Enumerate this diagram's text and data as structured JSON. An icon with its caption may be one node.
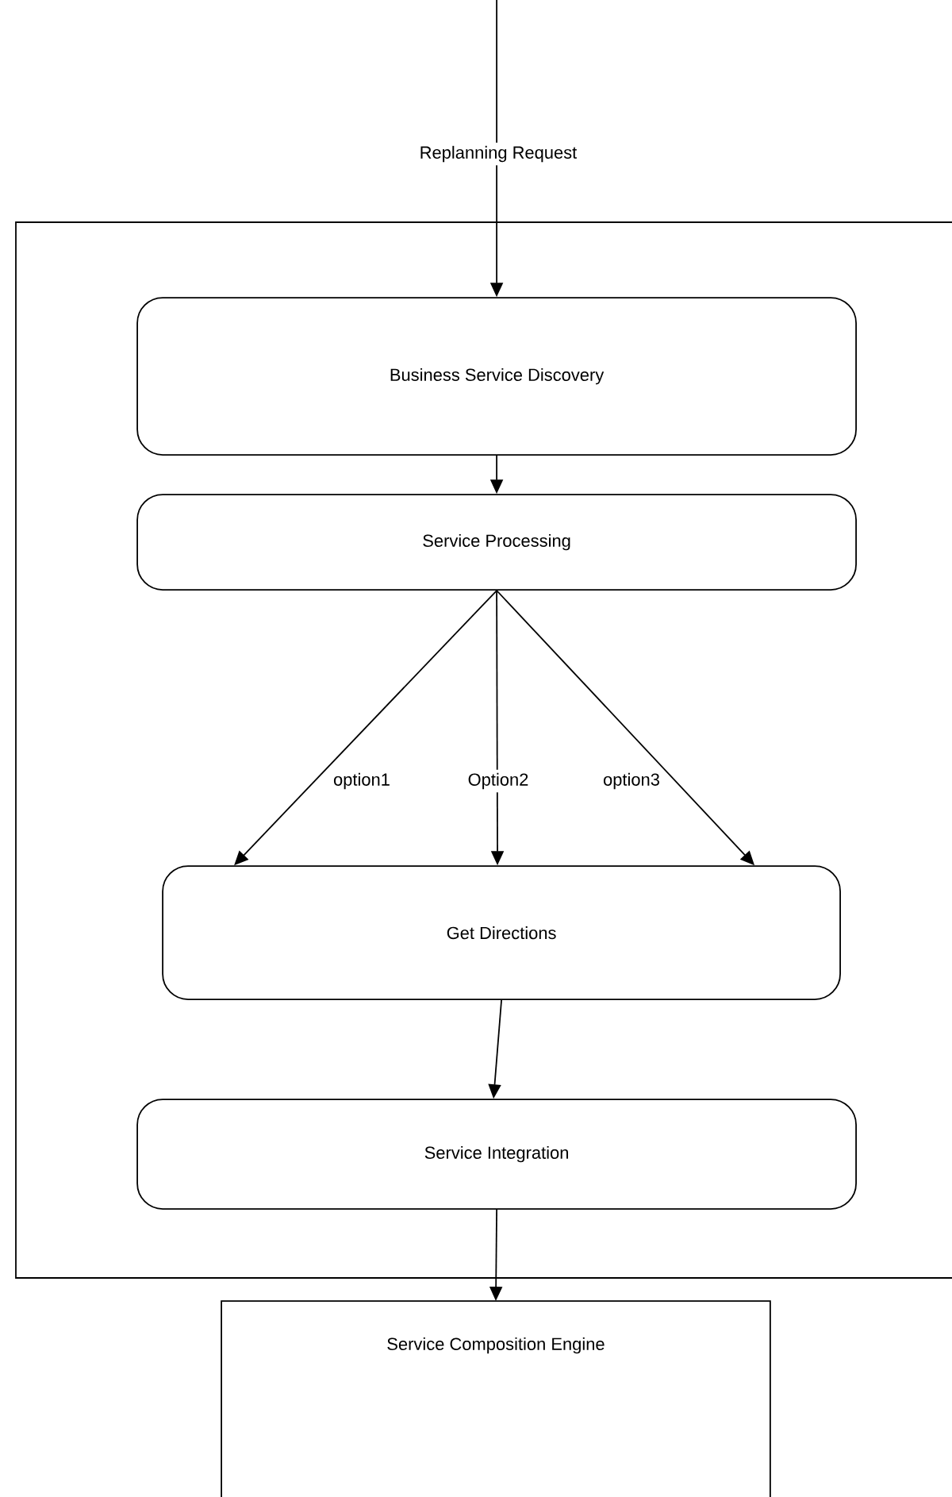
{
  "diagram": {
    "nodes": [
      {
        "text": [],
        "shape": "box"
      },
      {
        "text": [
          "Business Service Discovery"
        ],
        "in": 0
      },
      {
        "text": [
          "Service Processing"
        ],
        "in": 0
      },
      {
        "text": [
          "Get Directions"
        ],
        "in": 0
      },
      {
        "text": [
          "Service Integration"
        ],
        "in": 0
      },
      {
        "text": [
          "Service Composition Engine"
        ]
      }
    ],
    "edges": [
      {
        "from": null,
        "to": 1,
        "arrow": "to",
        "label": "Replanning Request"
      },
      {
        "from": 1,
        "to": 2,
        "arrow": "to"
      },
      {
        "from": 2,
        "to": 3,
        "arrow": "to",
        "label": "option1"
      },
      {
        "from": 2,
        "to": 3,
        "arrow": "to",
        "label": "Option2"
      },
      {
        "from": 2,
        "to": 3,
        "arrow": "to",
        "label": "option3"
      },
      {
        "from": 3,
        "to": 4,
        "arrow": "to"
      },
      {
        "from": 4,
        "to": 5,
        "arrow": "to"
      }
    ]
  }
}
